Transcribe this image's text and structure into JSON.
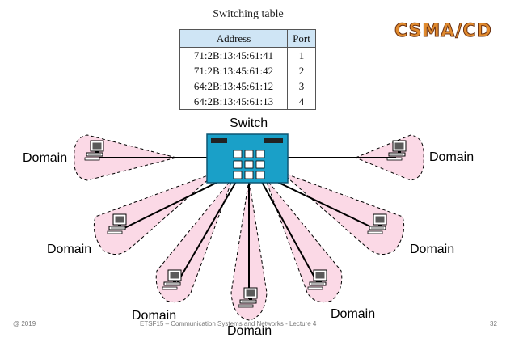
{
  "slide_title": "CSMA/CD",
  "switching_table": {
    "caption": "Switching table",
    "headers": [
      "Address",
      "Port"
    ],
    "rows": [
      [
        "71:2B:13:45:61:41",
        "1"
      ],
      [
        "71:2B:13:45:61:42",
        "2"
      ],
      [
        "64:2B:13:45:61:12",
        "3"
      ],
      [
        "64:2B:13:45:61:13",
        "4"
      ]
    ]
  },
  "switch_label": "Switch",
  "domain_label": "Domain",
  "footer": {
    "year": "@ 2019",
    "course": "ETSF15 – Communication Systems and Networks - Lecture 4",
    "page": "32"
  },
  "colors": {
    "switch_fill": "#1aa0c8",
    "domain_fill": "#fbd9e6",
    "title": "#e08a2e"
  }
}
